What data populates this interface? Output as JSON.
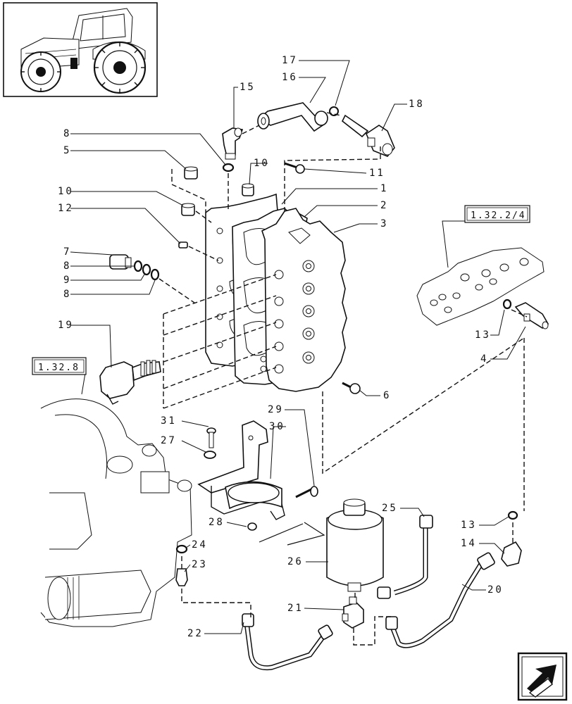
{
  "callouts": [
    {
      "id": "c17",
      "text": "17"
    },
    {
      "id": "c16",
      "text": "16"
    },
    {
      "id": "c15",
      "text": "15"
    },
    {
      "id": "c18",
      "text": "18"
    },
    {
      "id": "c8a",
      "text": "8"
    },
    {
      "id": "c5",
      "text": "5"
    },
    {
      "id": "c10a",
      "text": "10"
    },
    {
      "id": "c11",
      "text": "11"
    },
    {
      "id": "c1",
      "text": "1"
    },
    {
      "id": "c10b",
      "text": "10"
    },
    {
      "id": "c2",
      "text": "2"
    },
    {
      "id": "c12",
      "text": "12"
    },
    {
      "id": "c3",
      "text": "3"
    },
    {
      "id": "c7",
      "text": "7"
    },
    {
      "id": "c8b",
      "text": "8"
    },
    {
      "id": "c9",
      "text": "9"
    },
    {
      "id": "c8c",
      "text": "8"
    },
    {
      "id": "c19",
      "text": "19"
    },
    {
      "id": "c13a",
      "text": "13"
    },
    {
      "id": "c4",
      "text": "4"
    },
    {
      "id": "c6",
      "text": "6"
    },
    {
      "id": "c29",
      "text": "29"
    },
    {
      "id": "c31",
      "text": "31"
    },
    {
      "id": "c30",
      "text": "30"
    },
    {
      "id": "c27",
      "text": "27"
    },
    {
      "id": "c25",
      "text": "25"
    },
    {
      "id": "c28",
      "text": "28"
    },
    {
      "id": "c13b",
      "text": "13"
    },
    {
      "id": "c24",
      "text": "24"
    },
    {
      "id": "c14",
      "text": "14"
    },
    {
      "id": "c26",
      "text": "26"
    },
    {
      "id": "c23",
      "text": "23"
    },
    {
      "id": "c20",
      "text": "20"
    },
    {
      "id": "c21",
      "text": "21"
    },
    {
      "id": "c22",
      "text": "22"
    }
  ],
  "references": {
    "ref_1322_4": "1.32.2/4",
    "ref_1328": "1.32.8"
  },
  "icons": {
    "thumbnail": "tractor-thumbnail-icon",
    "next_page": "next-page-arrow-icon"
  },
  "colors": {
    "line": "#111111",
    "background": "#ffffff"
  }
}
